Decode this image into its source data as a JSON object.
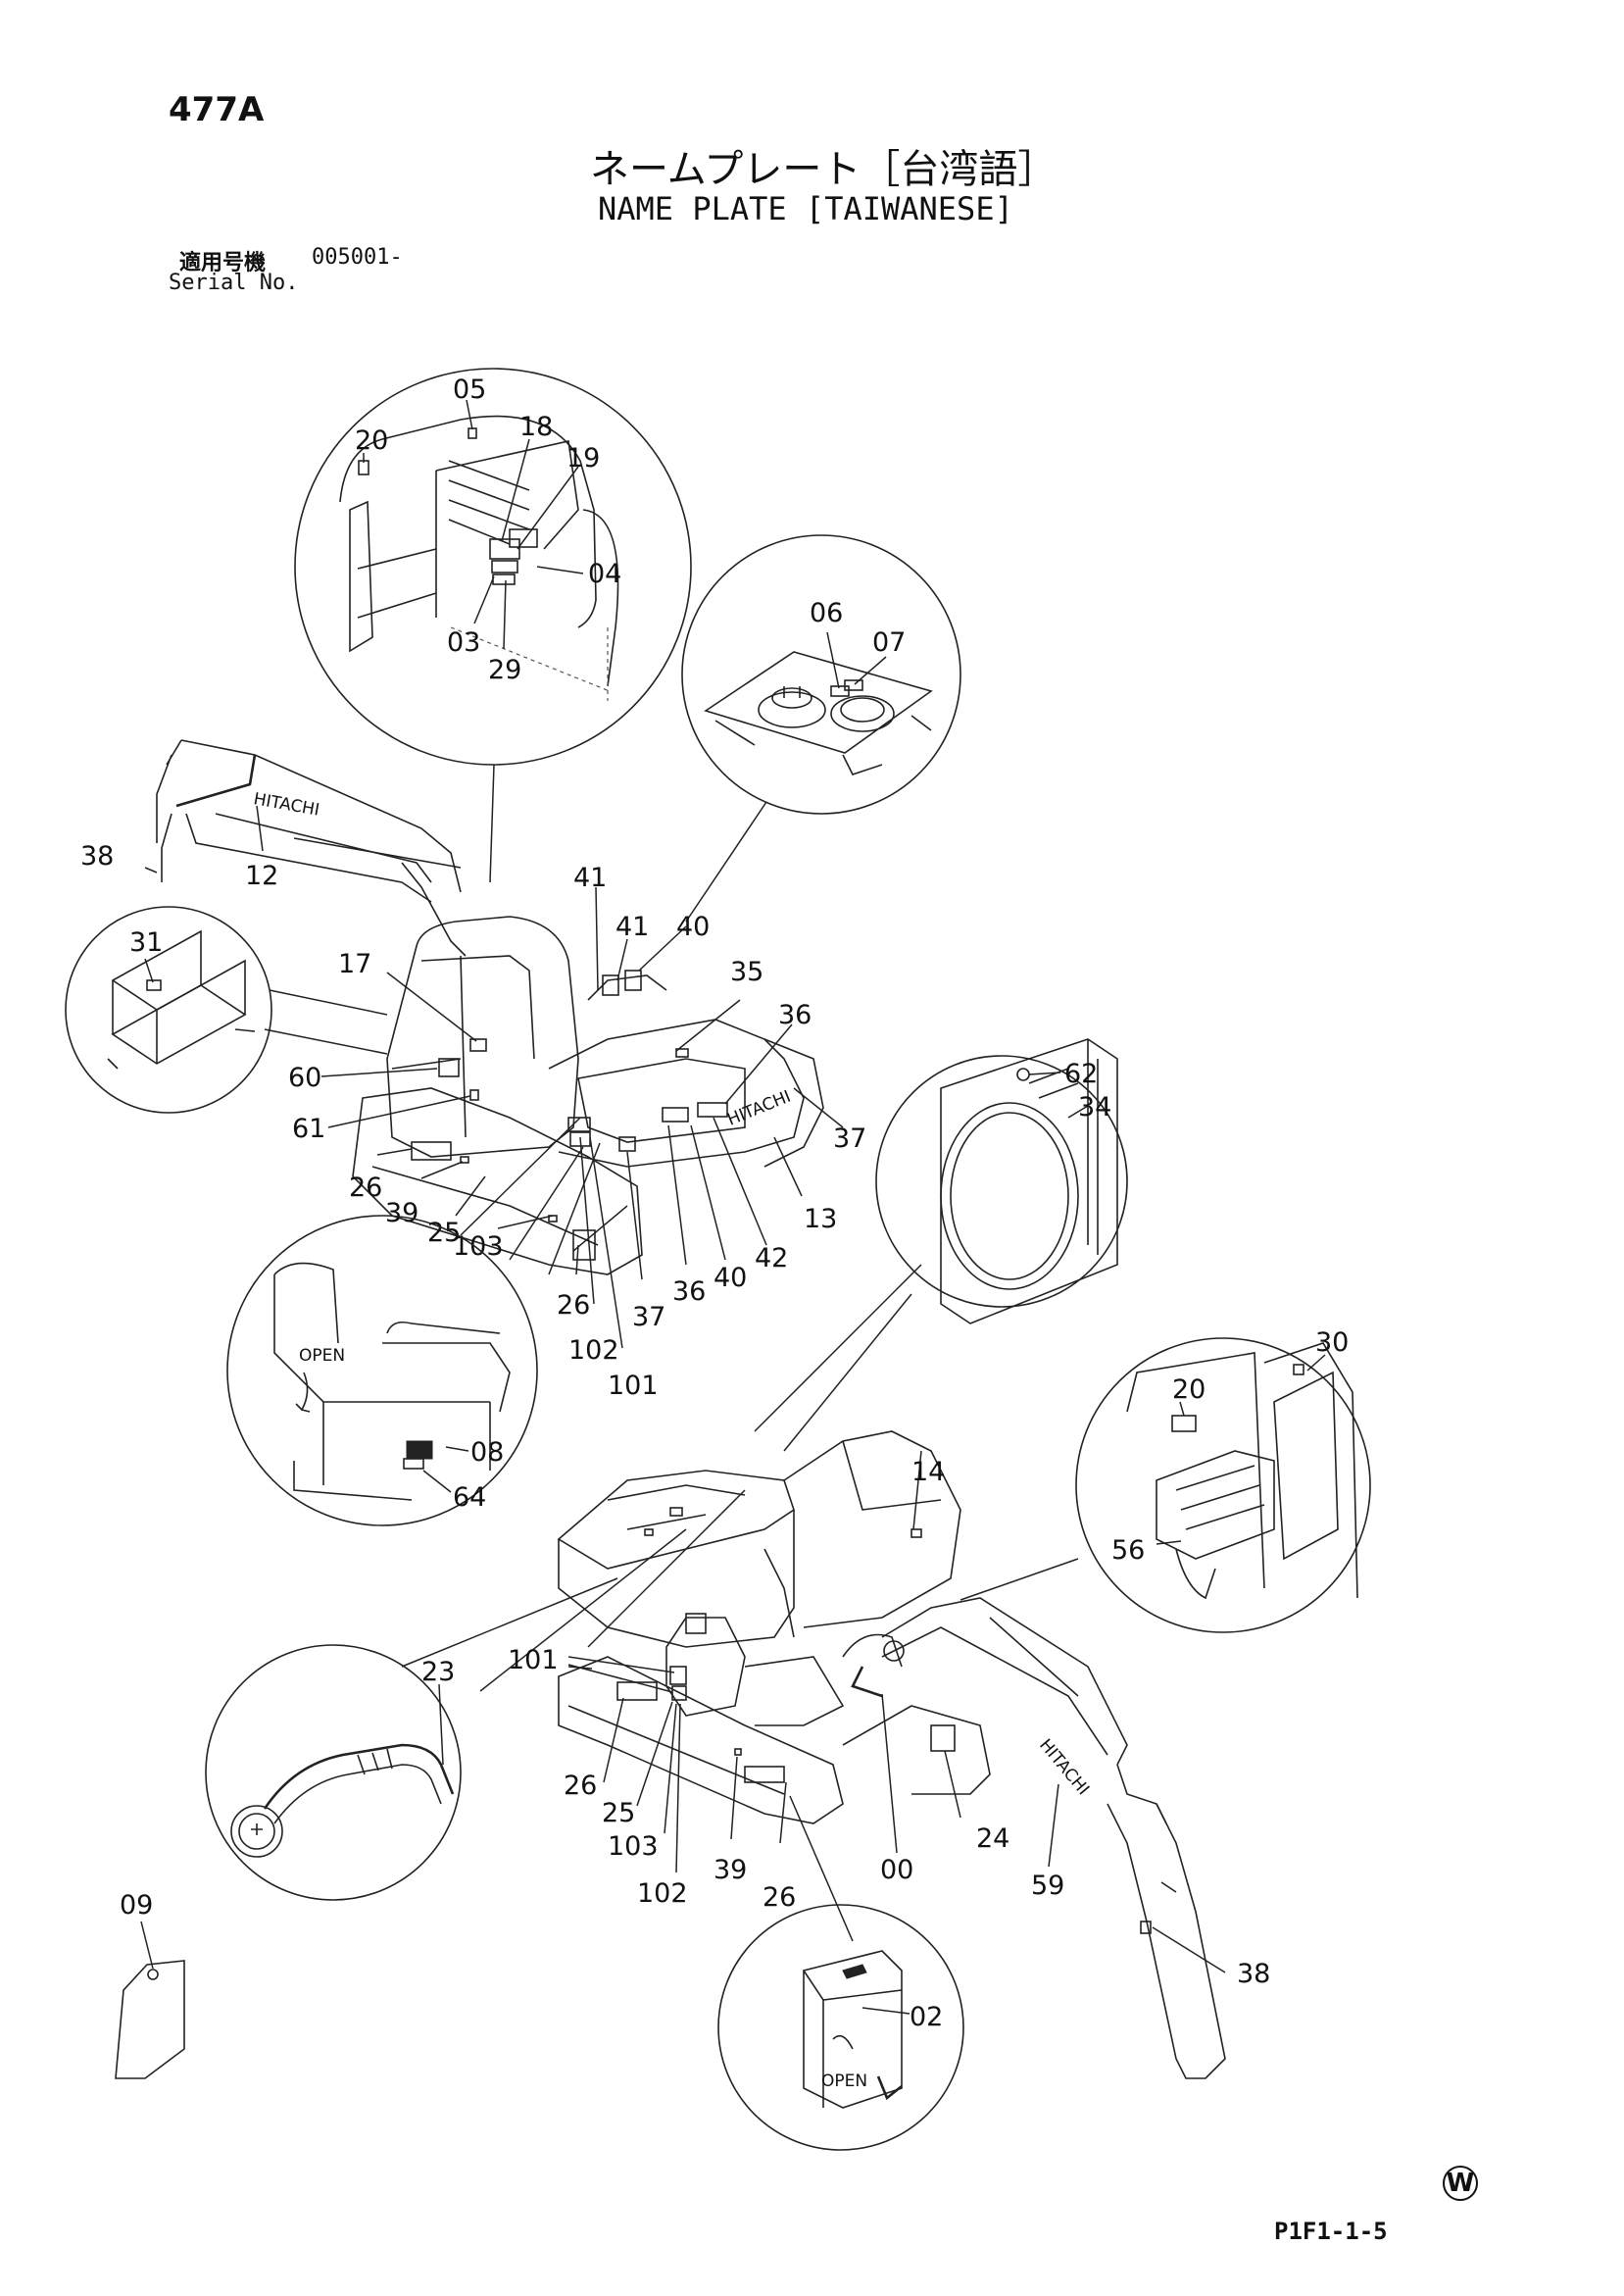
{
  "header": {
    "page_number": "477A",
    "title_jp": "ネームプレート［台湾語］",
    "title_en": "NAME PLATE [TAIWANESE]",
    "serial_label_jp": "適用号機",
    "serial_value": "005001-",
    "serial_label_en": "Serial No."
  },
  "footer": {
    "watermark": "W",
    "figure_code": "P1F1-1-5"
  },
  "diagram": {
    "brand_text": "HITACHI",
    "open_label": "OPEN",
    "callouts": {
      "c00": "00",
      "c02": "02",
      "c03": "03",
      "c04": "04",
      "c05": "05",
      "c06": "06",
      "c07": "07",
      "c08": "08",
      "c09": "09",
      "c12": "12",
      "c13": "13",
      "c14": "14",
      "c17": "17",
      "c18": "18",
      "c19": "19",
      "c20a": "20",
      "c20b": "20",
      "c23": "23",
      "c24": "24",
      "c25a": "25",
      "c25b": "25",
      "c26a": "26",
      "c26b": "26",
      "c26c": "26",
      "c26d": "26",
      "c29": "29",
      "c30": "30",
      "c31": "31",
      "c34": "34",
      "c35": "35",
      "c36a": "36",
      "c36b": "36",
      "c37a": "37",
      "c37b": "37",
      "c38a": "38",
      "c38b": "38",
      "c39a": "39",
      "c39b": "39",
      "c40a": "40",
      "c40b": "40",
      "c41a": "41",
      "c41b": "41",
      "c42": "42",
      "c56": "56",
      "c59": "59",
      "c60": "60",
      "c61": "61",
      "c62": "62",
      "c64": "64",
      "c101a": "101",
      "c101b": "101",
      "c102a": "102",
      "c102b": "102",
      "c103a": "103",
      "c103b": "103"
    }
  }
}
